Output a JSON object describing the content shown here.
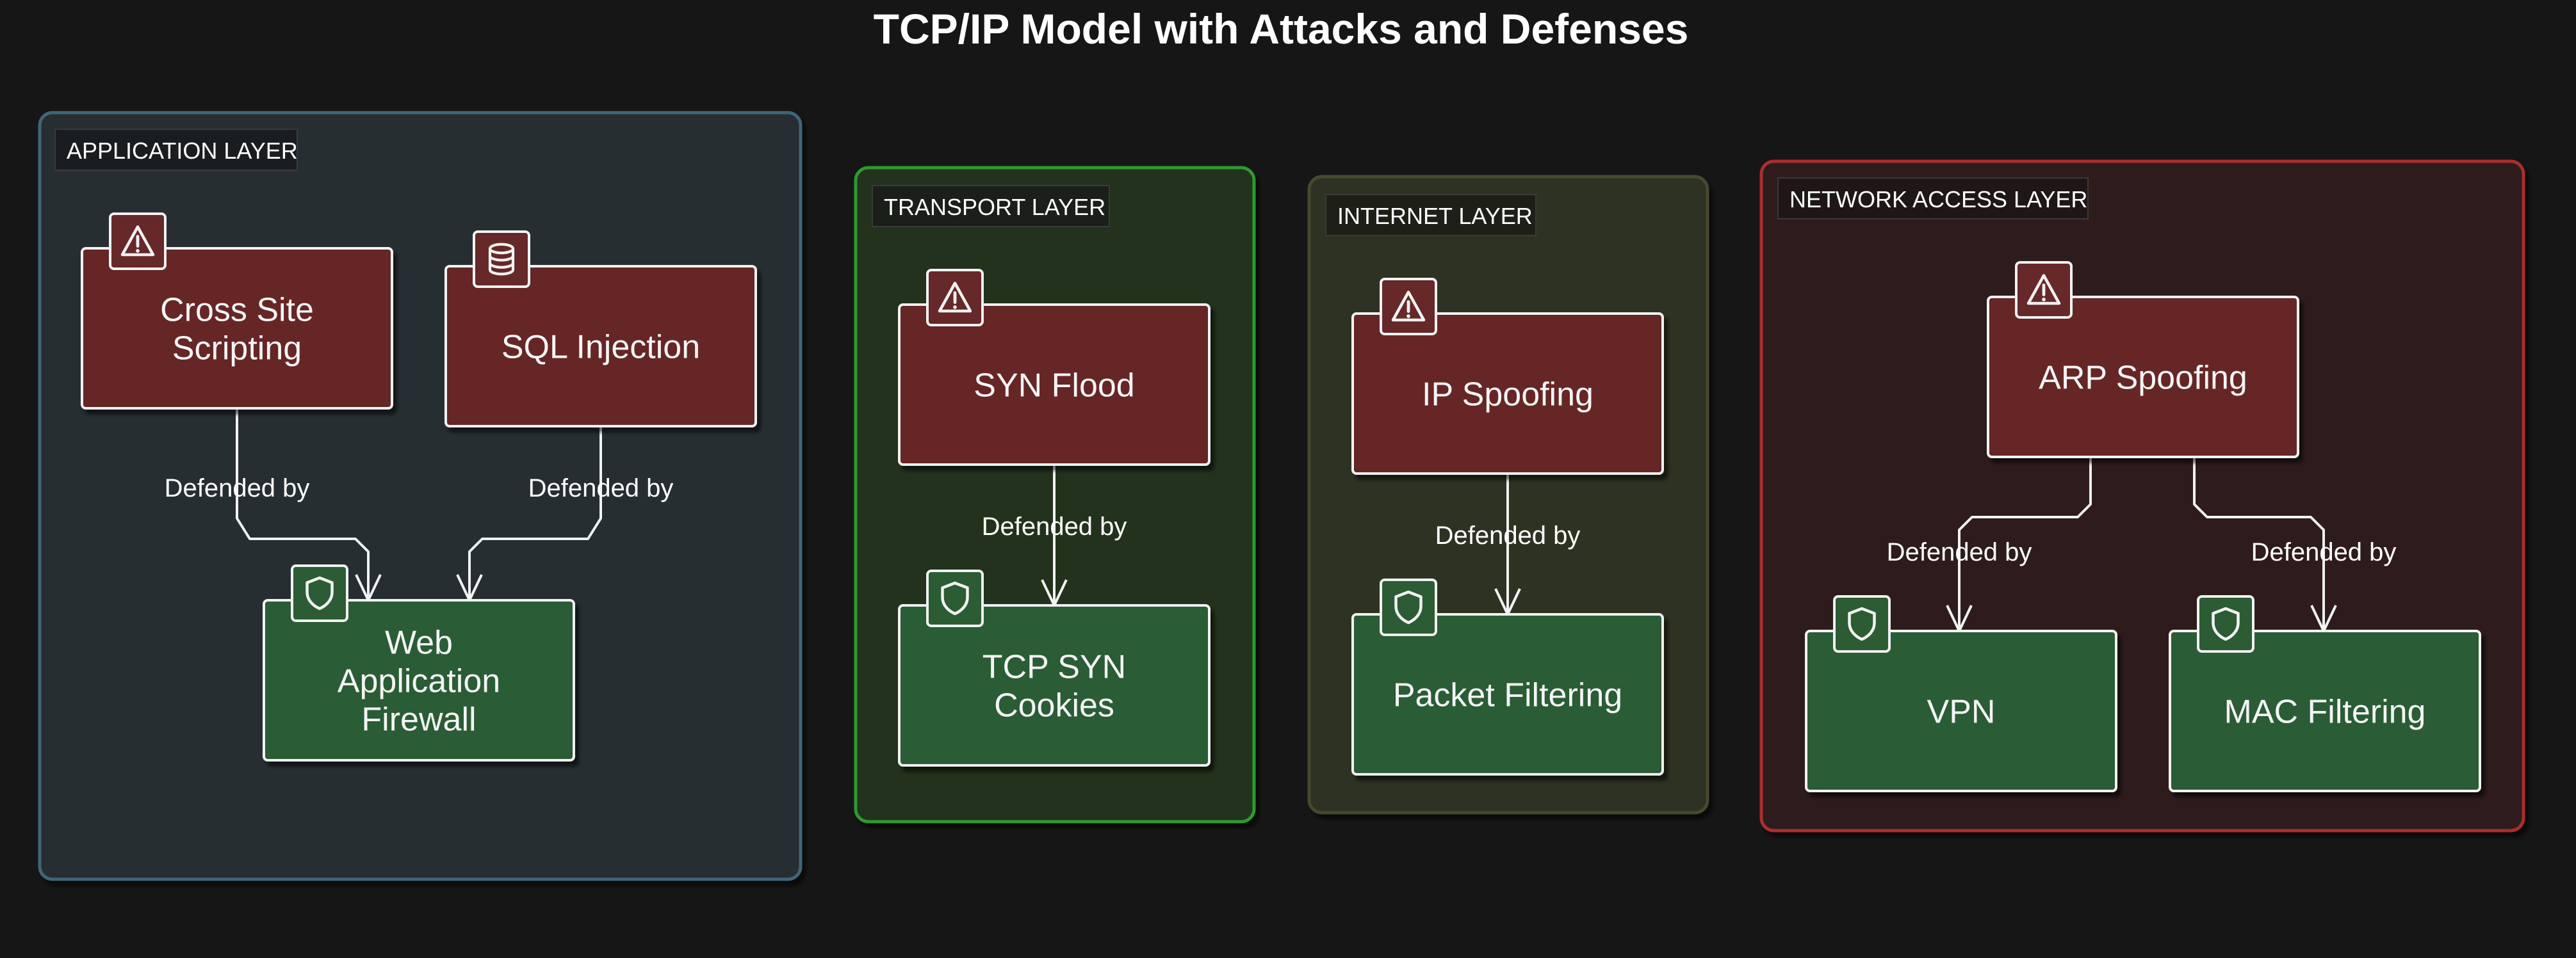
{
  "title": "TCP/IP Model with Attacks and Defenses",
  "colors": {
    "background": "#161616",
    "attack_fill": "#662828",
    "defense_fill": "#2b5c34",
    "node_stroke": "#f2f2f2",
    "edge_stroke": "#f2f2f2",
    "application_fill": "#252d33",
    "application_stroke": "#3f6677",
    "transport_fill": "#21301f",
    "transport_stroke": "#2e9a2e",
    "internet_fill": "#2f3221",
    "internet_stroke": "#47482f",
    "network_access_fill": "#2f1f1f",
    "network_access_stroke": "#aa2e2e"
  },
  "layers": {
    "application": {
      "label": "APPLICATION LAYER"
    },
    "transport": {
      "label": "TRANSPORT LAYER"
    },
    "internet": {
      "label": "INTERNET LAYER"
    },
    "network_access": {
      "label": "NETWORK ACCESS LAYER"
    }
  },
  "nodes": {
    "xss": {
      "lines": [
        "Cross Site",
        "Scripting"
      ],
      "kind": "attack",
      "icon": "warning-icon"
    },
    "sqli": {
      "lines": [
        "SQL Injection"
      ],
      "kind": "attack",
      "icon": "database-icon"
    },
    "waf": {
      "lines": [
        "Web",
        "Application",
        "Firewall"
      ],
      "kind": "defense",
      "icon": "shield-icon"
    },
    "syn_flood": {
      "lines": [
        "SYN Flood"
      ],
      "kind": "attack",
      "icon": "warning-icon"
    },
    "syn_cookies": {
      "lines": [
        "TCP SYN",
        "Cookies"
      ],
      "kind": "defense",
      "icon": "shield-icon"
    },
    "ip_spoofing": {
      "lines": [
        "IP Spoofing"
      ],
      "kind": "attack",
      "icon": "warning-icon"
    },
    "packet_filtering": {
      "lines": [
        "Packet Filtering"
      ],
      "kind": "defense",
      "icon": "shield-icon"
    },
    "arp_spoofing": {
      "lines": [
        "ARP Spoofing"
      ],
      "kind": "attack",
      "icon": "warning-icon"
    },
    "vpn": {
      "lines": [
        "VPN"
      ],
      "kind": "defense",
      "icon": "shield-icon"
    },
    "mac_filtering": {
      "lines": [
        "MAC Filtering"
      ],
      "kind": "defense",
      "icon": "shield-icon"
    }
  },
  "edges": [
    {
      "from": "xss",
      "to": "waf",
      "label": "Defended by"
    },
    {
      "from": "sqli",
      "to": "waf",
      "label": "Defended by"
    },
    {
      "from": "syn_flood",
      "to": "syn_cookies",
      "label": "Defended by"
    },
    {
      "from": "ip_spoofing",
      "to": "packet_filtering",
      "label": "Defended by"
    },
    {
      "from": "arp_spoofing",
      "to": "vpn",
      "label": "Defended by"
    },
    {
      "from": "arp_spoofing",
      "to": "mac_filtering",
      "label": "Defended by"
    }
  ]
}
